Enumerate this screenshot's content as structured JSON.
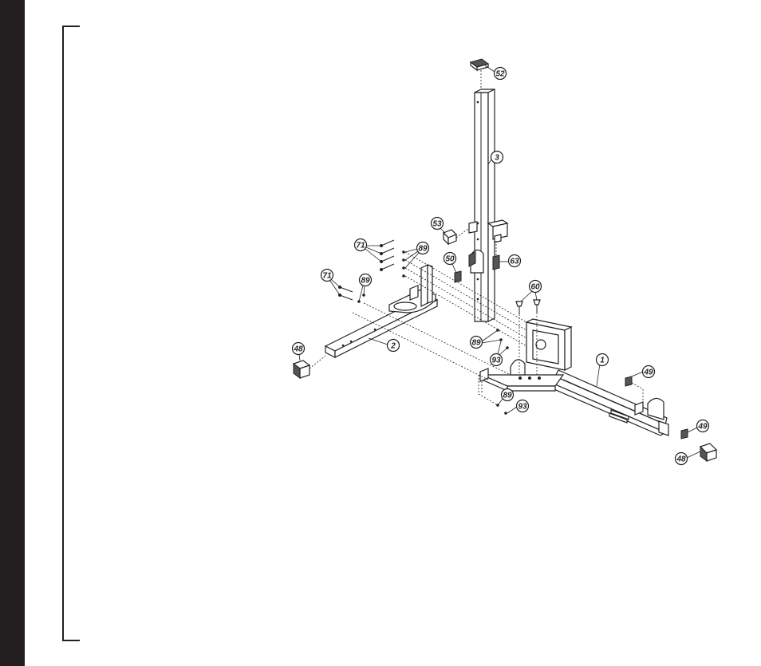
{
  "colors": {
    "ink": "#231f20",
    "paper": "#ffffff",
    "side_band": "#231f20"
  },
  "callouts": {
    "c52": "52",
    "c3": "3",
    "c53": "53",
    "c63": "63",
    "c71a": "71",
    "c89a": "89",
    "c50": "50",
    "c71b": "71",
    "c89b": "89",
    "c60": "60",
    "c48a": "48",
    "c2": "2",
    "c89c": "89",
    "c93a": "93",
    "c1": "1",
    "c49a": "49",
    "c89d": "89",
    "c93b": "93",
    "c49b": "49",
    "c48b": "48"
  }
}
